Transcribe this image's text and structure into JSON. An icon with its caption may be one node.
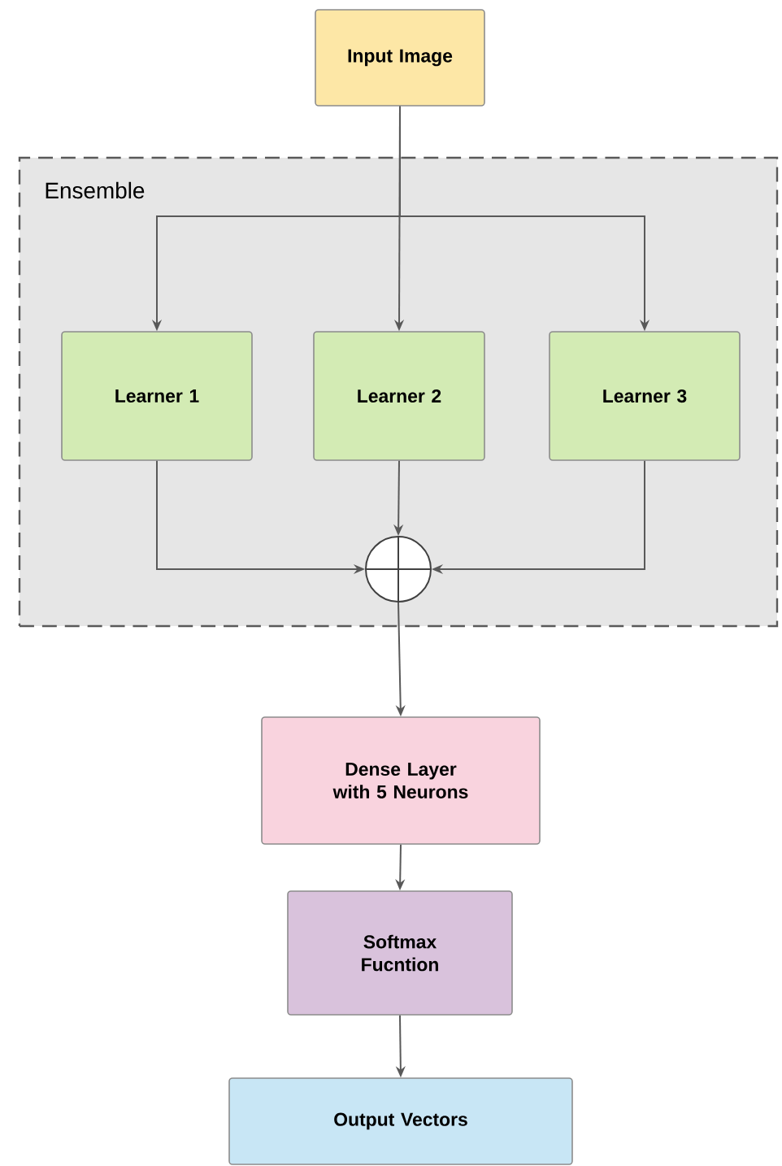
{
  "diagram": {
    "nodes": [
      {
        "text": [
          "Input Image"
        ]
      },
      {
        "text": [
          "Ensemble"
        ]
      },
      {
        "text": [
          "Learner 1"
        ],
        "in": 1
      },
      {
        "text": [
          "Learner 2"
        ],
        "in": 1
      },
      {
        "text": [
          "Learner 3"
        ],
        "in": 1
      },
      {
        "text": [],
        "shape": "circle",
        "in": 1
      },
      {
        "text": [
          "Dense Layer with 5 Neurons"
        ]
      },
      {
        "text": [
          "Softmax Fucntion"
        ]
      },
      {
        "text": [
          "Output Vectors"
        ]
      }
    ],
    "edges": [
      {
        "from": 0,
        "to": 2,
        "arrow": "to"
      },
      {
        "from": 0,
        "to": 3,
        "arrow": "to"
      },
      {
        "from": 0,
        "to": 4,
        "arrow": "to"
      },
      {
        "from": 2,
        "to": 5,
        "arrow": "to"
      },
      {
        "from": 3,
        "to": 5,
        "arrow": "to"
      },
      {
        "from": 4,
        "to": 5,
        "arrow": "to"
      },
      {
        "from": 5,
        "to": 6,
        "arrow": "to"
      },
      {
        "from": 6,
        "to": 7,
        "arrow": "to"
      },
      {
        "from": 7,
        "to": 8,
        "arrow": "to"
      }
    ]
  }
}
